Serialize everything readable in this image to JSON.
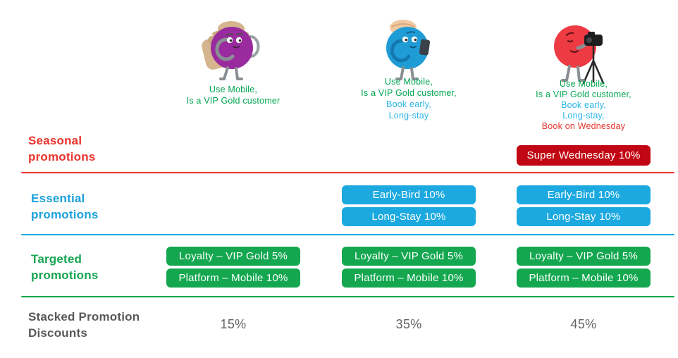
{
  "colors": {
    "green": "#00a651",
    "green-label": "#16a550",
    "lightblue": "#29b5e8",
    "blue-label": "#1ba0dc",
    "red": "#e8352e",
    "badge-red": "#c00713",
    "badge-blue": "#1ca9e0",
    "badge-green": "#14a750",
    "gray": "#58595b",
    "percent-gray": "#636466"
  },
  "personas": [
    {
      "name": "purple explorer with backpack",
      "traits": [
        {
          "text": "Use Mobile,",
          "color": "green"
        },
        {
          "text": "Is a VIP Gold customer",
          "color": "green"
        }
      ]
    },
    {
      "name": "blue traveler with phone",
      "traits": [
        {
          "text": "Use Mobile,",
          "color": "green"
        },
        {
          "text": "Is a VIP Gold customer,",
          "color": "green"
        },
        {
          "text": "Book early,",
          "color": "blue"
        },
        {
          "text": "Long-stay",
          "color": "blue"
        }
      ]
    },
    {
      "name": "red photographer with tripod camera",
      "traits": [
        {
          "text": "Use Mobile,",
          "color": "green"
        },
        {
          "text": "Is a VIP Gold customer,",
          "color": "green"
        },
        {
          "text": "Book early,",
          "color": "blue"
        },
        {
          "text": "Long-stay,",
          "color": "blue"
        },
        {
          "text": "Book on Wednesday",
          "color": "red"
        }
      ]
    }
  ],
  "rows": {
    "seasonal": {
      "label": "Seasonal promotions",
      "badges": {
        "col3": [
          "Super Wednesday 10%"
        ]
      }
    },
    "essential": {
      "label": "Essential promotions",
      "badges": {
        "col2": [
          "Early-Bird 10%",
          "Long-Stay 10%"
        ],
        "col3": [
          "Early-Bird 10%",
          "Long-Stay 10%"
        ]
      }
    },
    "targeted": {
      "label": "Targeted promotions",
      "badges": {
        "col1": [
          "Loyalty – VIP Gold 5%",
          "Platform – Mobile 10%"
        ],
        "col2": [
          "Loyalty – VIP Gold 5%",
          "Platform – Mobile 10%"
        ],
        "col3": [
          "Loyalty – VIP Gold 5%",
          "Platform – Mobile 10%"
        ]
      }
    },
    "stacked": {
      "label": "Stacked Promotion Discounts",
      "values": [
        "15%",
        "35%",
        "45%"
      ]
    }
  }
}
